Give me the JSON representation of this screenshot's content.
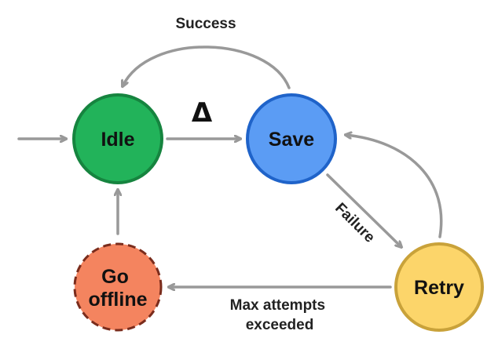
{
  "diagram": {
    "nodes": {
      "idle": {
        "label": "Idle",
        "fill": "#22b35a",
        "stroke": "#16843f",
        "text": "#111111"
      },
      "save": {
        "label": "Save",
        "fill": "#5b9cf4",
        "stroke": "#1f63c9",
        "text": "#111111"
      },
      "retry": {
        "label": "Retry",
        "fill": "#fcd56a",
        "stroke": "#c9a23a",
        "text": "#111111"
      },
      "offline": {
        "label_line1": "Go",
        "label_line2": "offline",
        "fill": "#f4845f",
        "stroke": "#7a2c1c",
        "text": "#111111",
        "border_style": "dashed"
      }
    },
    "edges": {
      "success": {
        "label": "Success"
      },
      "change": {
        "label": "Δ"
      },
      "failure": {
        "label": "Failure"
      },
      "max_attempts": {
        "label_line1": "Max attempts",
        "label_line2": "exceeded"
      }
    },
    "arrow_color": "#999999"
  }
}
